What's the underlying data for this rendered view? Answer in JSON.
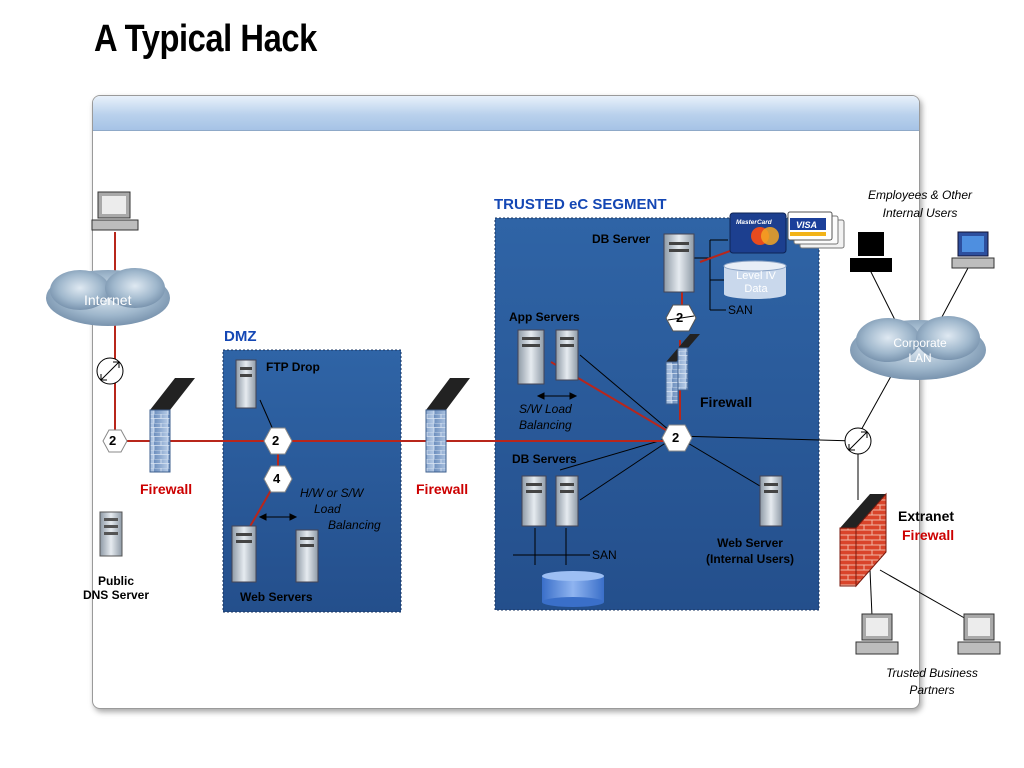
{
  "title": "A Typical Hack",
  "zones": {
    "dmz": "DMZ",
    "trusted": "TRUSTED eC SEGMENT"
  },
  "labels": {
    "internet": "Internet",
    "public_dns_1": "Public",
    "public_dns_2": "DNS Server",
    "firewall_left": "Firewall",
    "firewall_mid": "Firewall",
    "firewall_trusted": "Firewall",
    "extranet": "Extranet",
    "extranet_firewall": "Firewall",
    "ftp_drop": "FTP Drop",
    "web_servers": "Web Servers",
    "hw_sw_1": "H/W or S/W",
    "hw_sw_2": "Load",
    "hw_sw_3": "Balancing",
    "db_server": "DB Server",
    "level_iv_1": "Level IV",
    "level_iv_2": "Data",
    "san_top": "SAN",
    "app_servers": "App Servers",
    "sw_load_1": "S/W Load",
    "sw_load_2": "Balancing",
    "db_servers": "DB Servers",
    "san_bottom": "SAN",
    "web_server_int_1": "Web Server",
    "web_server_int_2": "(Internal Users)",
    "employees_1": "Employees & Other",
    "employees_2": "Internal Users",
    "corporate_1": "Corporate",
    "corporate_2": "LAN",
    "trusted_partners_1": "Trusted Business",
    "trusted_partners_2": "Partners",
    "mastercard": "MasterCard",
    "visa": "VISA"
  },
  "step_markers": {
    "left_router": "2",
    "dmz_top": "2",
    "dmz_bottom": "4",
    "db_link": "2",
    "trusted_router": "2"
  },
  "colors": {
    "zone_fill": "#2c5f9e",
    "attack_path": "#b8261b",
    "firewall_red": "#cc0000",
    "zone_title": "#1447b4"
  }
}
